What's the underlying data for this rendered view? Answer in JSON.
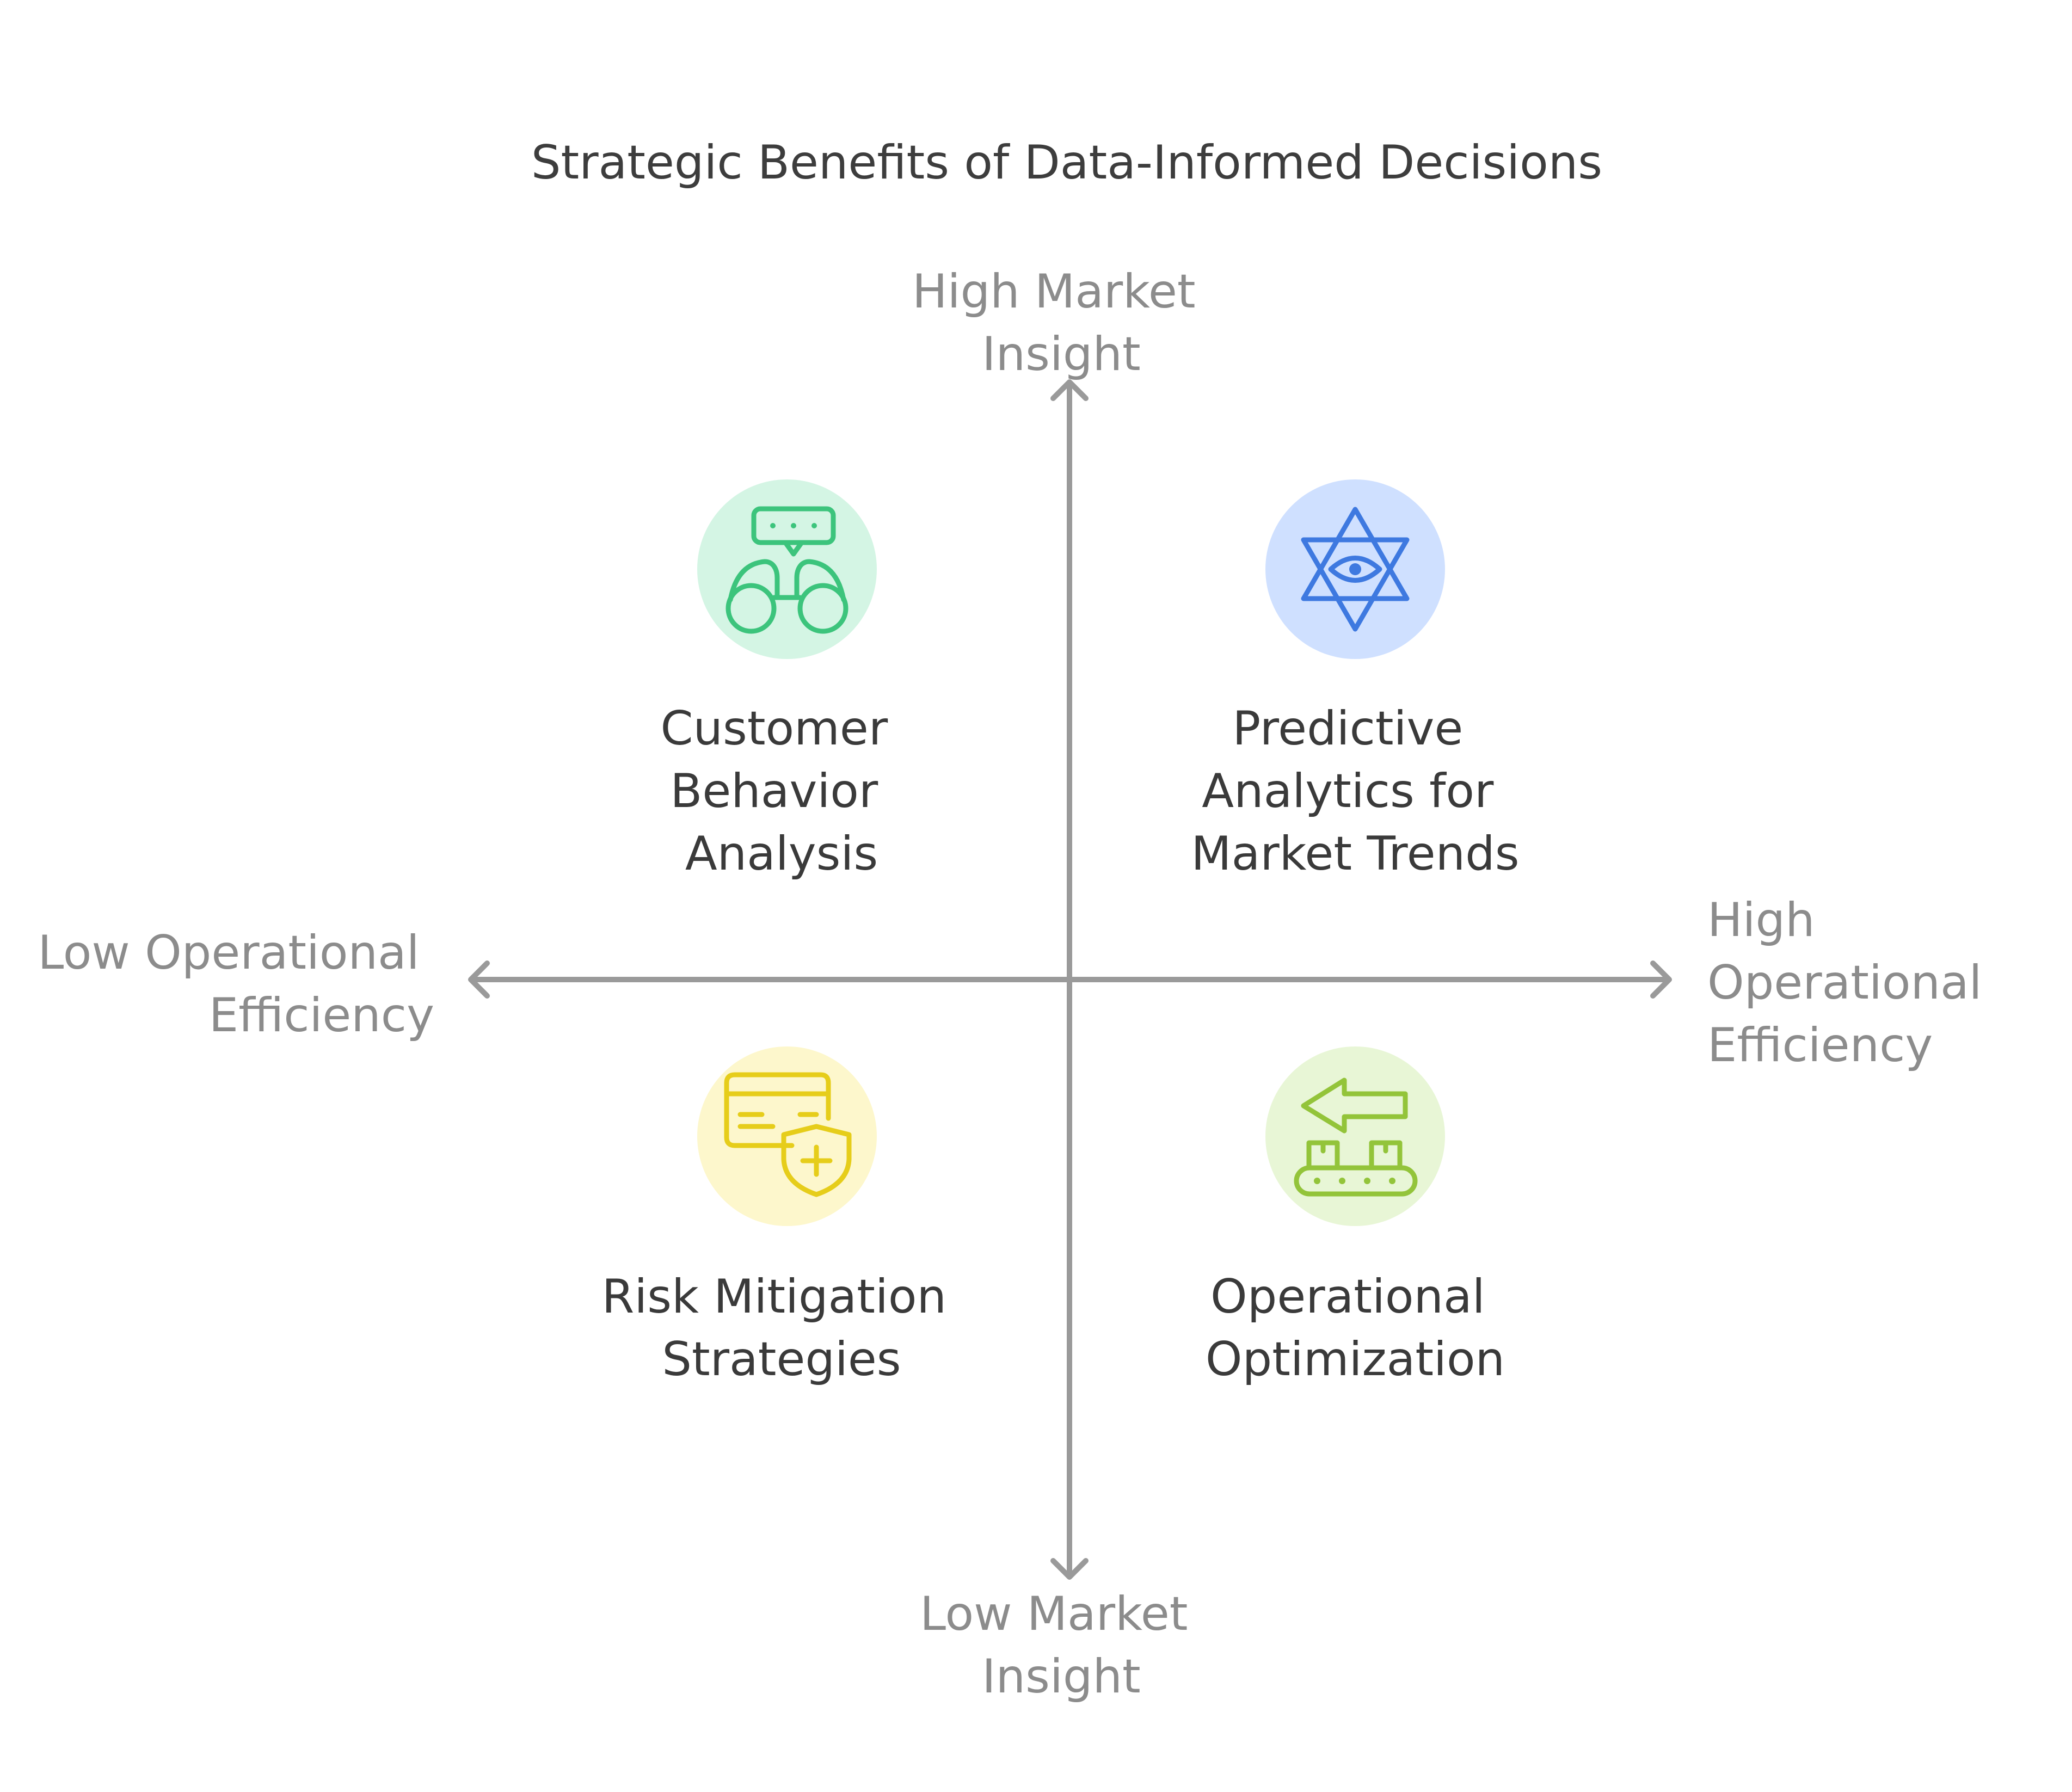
{
  "title": "Strategic Benefits of Data-Informed Decisions",
  "axes": {
    "y_high": [
      "High Market",
      "Insight"
    ],
    "y_low": [
      "Low Market",
      "Insight"
    ],
    "x_low": [
      "Low Operational",
      "Efficiency"
    ],
    "x_high": [
      "High",
      "Operational",
      "Efficiency"
    ]
  },
  "quadrants": [
    {
      "id": "top-left",
      "label": [
        "Customer",
        "Behavior",
        "Analysis"
      ],
      "icon": "binoculars-chat-icon",
      "circle_color": "#d4f5e4",
      "icon_color": "#3cc47c"
    },
    {
      "id": "top-right",
      "label": [
        "Predictive",
        "Analytics for",
        "Market Trends"
      ],
      "icon": "star-eye-icon",
      "circle_color": "#cfe0ff",
      "icon_color": "#3e79e0"
    },
    {
      "id": "bottom-left",
      "label": [
        "Risk Mitigation",
        "Strategies"
      ],
      "icon": "card-shield-icon",
      "circle_color": "#fdf7cc",
      "icon_color": "#e6cd1a"
    },
    {
      "id": "bottom-right",
      "label": [
        "Operational",
        "Optimization"
      ],
      "icon": "conveyor-arrow-icon",
      "circle_color": "#e8f6d6",
      "icon_color": "#93c43a"
    }
  ]
}
